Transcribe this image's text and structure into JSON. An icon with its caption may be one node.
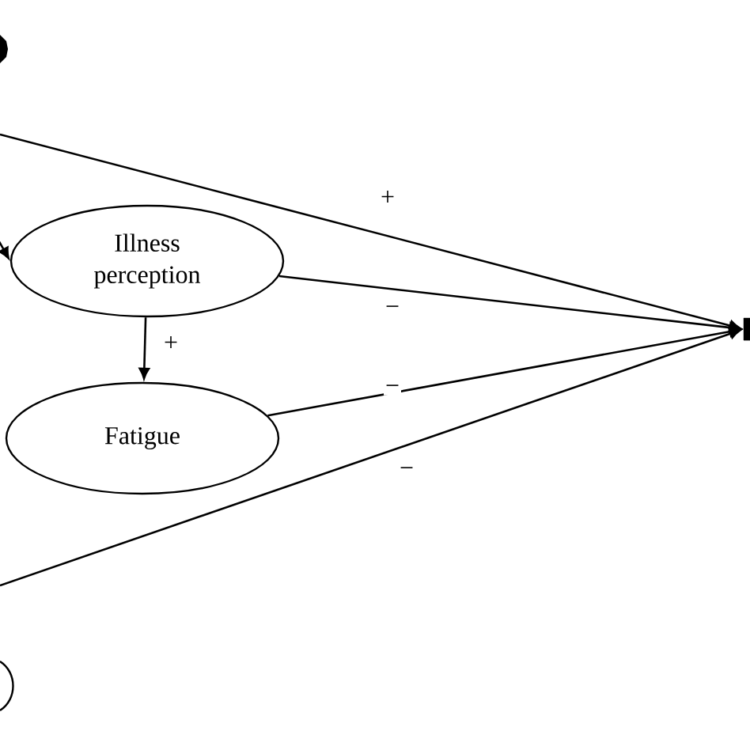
{
  "diagram": {
    "nodes": [
      {
        "text": [
          "Illness perception"
        ]
      },
      {
        "text": [
          "Fatigue"
        ]
      },
      {
        "text": [],
        "shape": "box"
      },
      {
        "text": [],
        "shape": "circle"
      }
    ],
    "edges": [
      {
        "from": null,
        "to": 2,
        "arrow": "to",
        "label": "+"
      },
      {
        "from": 0,
        "to": 2,
        "arrow": "to",
        "label": "−"
      },
      {
        "from": 0,
        "to": 1,
        "arrow": "to",
        "label": "+"
      },
      {
        "from": 1,
        "to": 2,
        "arrow": "to",
        "label": "−"
      },
      {
        "from": null,
        "to": 2,
        "arrow": "to",
        "label": "−"
      },
      {
        "from": null,
        "to": 0,
        "arrow": "to"
      }
    ]
  }
}
